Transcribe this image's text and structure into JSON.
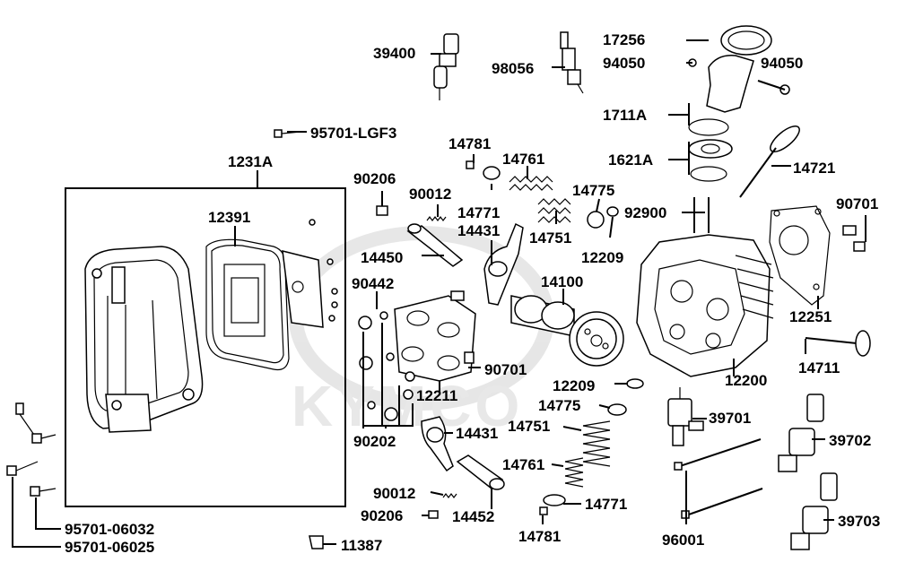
{
  "watermark": "KYMCO",
  "labels": {
    "p39400": "39400",
    "p98056": "98056",
    "p17256": "17256",
    "p94050a": "94050",
    "p94050b": "94050",
    "p1711A": "1711A",
    "p1621A": "1621A",
    "p14721": "14721",
    "p95701LGF3": "95701-LGF3",
    "p1231A": "1231A",
    "p12391": "12391",
    "p14781a": "14781",
    "p14761a": "14761",
    "p90206a": "90206",
    "p90012a": "90012",
    "p14771a": "14771",
    "p14775a": "14775",
    "p92900": "92900",
    "p90701a": "90701",
    "p14431a": "14431",
    "p14751a": "14751",
    "p14450": "14450",
    "p12209a": "12209",
    "p90442": "90442",
    "p14100": "14100",
    "p12251": "12251",
    "p14711": "14711",
    "p90701b": "90701",
    "p12200": "12200",
    "p12209b": "12209",
    "p12211": "12211",
    "p14775b": "14775",
    "p39701": "39701",
    "p90202": "90202",
    "p14431b": "14431",
    "p14751b": "14751",
    "p39702": "39702",
    "p14761b": "14761",
    "p90012b": "90012",
    "p14771b": "14771",
    "p90206b": "90206",
    "p14452": "14452",
    "p14781b": "14781",
    "p96001": "96001",
    "p39703": "39703",
    "p95701_06032": "95701-06032",
    "p95701_06025": "95701-06025",
    "p11387": "11387"
  }
}
